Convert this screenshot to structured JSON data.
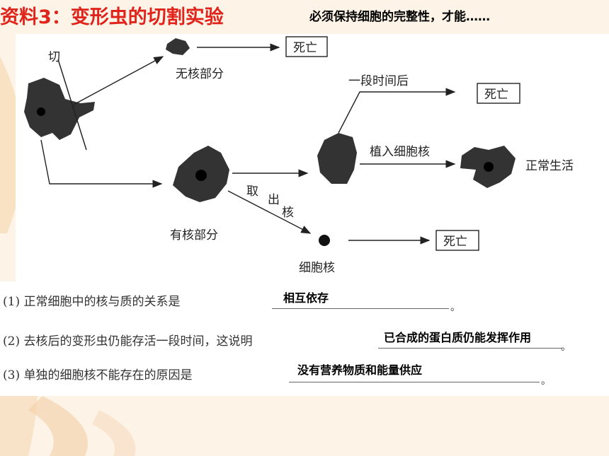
{
  "header": {
    "title": "资料3：变形虫的切割实验",
    "subtitle": "必须保持细胞的完整性，才能……"
  },
  "diagram": {
    "cut_label": "切",
    "anucleate_label": "无核部分",
    "nucleate_label": "有核部分",
    "after_time_label": "一段时间后",
    "implant_label": "植入细胞核",
    "remove_label_1": "取",
    "remove_label_2": "出",
    "remove_label_3": "核",
    "nucleus_label": "细胞核",
    "normal_label": "正常生活",
    "death_1": "死亡",
    "death_2": "死亡",
    "death_3": "死亡"
  },
  "questions": [
    {
      "text": "(1) 正常细胞中的核与质的关系是",
      "answer": "相互依存"
    },
    {
      "text": "(2) 去核后的变形虫仍能存活一段时间，这说明",
      "answer": "已合成的蛋白质仍能发挥作用"
    },
    {
      "text": "(3) 单独的细胞核不能存在的原因是",
      "answer": "没有营养物质和能量供应"
    }
  ],
  "colors": {
    "title": "#e0231b",
    "background": "#fdf3e6"
  }
}
